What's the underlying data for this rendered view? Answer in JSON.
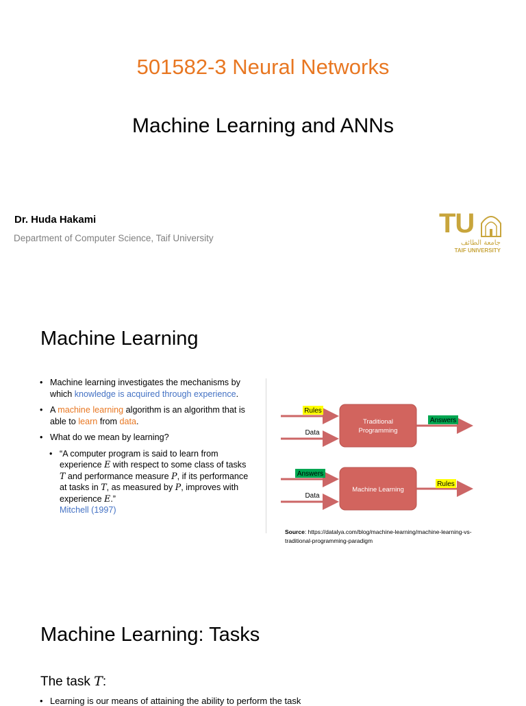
{
  "slide1": {
    "course_code": "501582-3",
    "course_name": "Neural Networks",
    "lecture_title": "Machine Learning and ANNs",
    "author": "Dr. Huda Hakami",
    "department": "Department of Computer Science, Taif University",
    "logo": {
      "mark": "TU",
      "arabic": "جامعة الطائف",
      "text": "TAIF UNIVERSITY"
    }
  },
  "slide2": {
    "title": "Machine Learning",
    "bullets": {
      "b1_pre": "Machine learning investigates the mechanisms by which ",
      "b1_link": "knowledge is acquired through experience",
      "b1_post": ".",
      "b2_pre": "A ",
      "b2_hl1": "machine learning",
      "b2_mid1": " algorithm is an algorithm that is able to ",
      "b2_hl2": "learn",
      "b2_mid2": " from ",
      "b2_hl3": "data",
      "b2_post": ".",
      "b3": "What do we mean by learning?",
      "quote_1": "“A computer program is said to learn from experience ",
      "var_E": "E",
      "quote_2": " with respect to some class of tasks ",
      "var_T": "T",
      "quote_3": " and performance measure ",
      "var_P": "P",
      "quote_4": ", if its performance at tasks in ",
      "var_T2": "T",
      "quote_5": ", as measured by ",
      "var_P2": "P",
      "quote_6": ", improves with experience ",
      "var_E2": "E",
      "quote_7": ".”",
      "citation": "Mitchell (1997)"
    },
    "diagram": {
      "top_in1": "Rules",
      "top_in2": "Data",
      "top_box": [
        "Traditional",
        "Programming"
      ],
      "top_out": "Answers",
      "bottom_in1": "Answers",
      "bottom_in2": "Data",
      "bottom_box": "Machine Learning",
      "bottom_out": "Rules",
      "colors": {
        "box": "#D2645E",
        "arrow": "#CC6666",
        "yellow": "#FFFF00",
        "green": "#00A651"
      }
    },
    "source_label": "Source",
    "source_text": ": https://datalya.com/blog/machine-learning/machine-learning-vs-traditional-programming-paradigm"
  },
  "slide3": {
    "title": "Machine Learning: Tasks",
    "task_heading_pre": "The task ",
    "task_var": "T",
    "task_heading_post": ":",
    "bullet": "Learning is our means of attaining the ability to perform the task"
  }
}
